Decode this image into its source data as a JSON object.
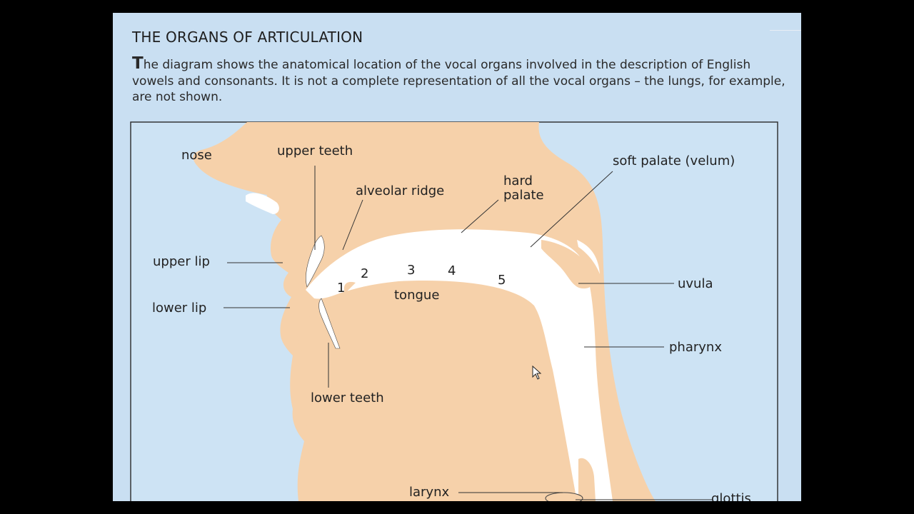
{
  "header": {
    "title": "THE ORGANS OF ARTICULATION",
    "intro_first_letter": "T",
    "intro_rest": "he diagram shows the anatomical location of the vocal organs involved in the description of English vowels and consonants. It is not a complete representation of all the vocal organs – the lungs, for example, are not shown."
  },
  "labels": {
    "nose": "nose",
    "upper_teeth": "upper teeth",
    "alveolar_ridge": "alveolar ridge",
    "hard_palate_1": "hard",
    "hard_palate_2": "palate",
    "soft_palate": "soft palate (velum)",
    "upper_lip": "upper lip",
    "lower_lip": "lower lip",
    "uvula": "uvula",
    "tongue": "tongue",
    "pharynx": "pharynx",
    "lower_teeth": "lower teeth",
    "larynx": "larynx",
    "glottis": "glottis"
  },
  "tongue_positions": [
    "1",
    "2",
    "3",
    "4",
    "5"
  ],
  "colors": {
    "page_background": "#c9dff2",
    "tissue": "#f6d1aa",
    "airway": "#ffffff",
    "frame_border": "#2a2a2a"
  }
}
